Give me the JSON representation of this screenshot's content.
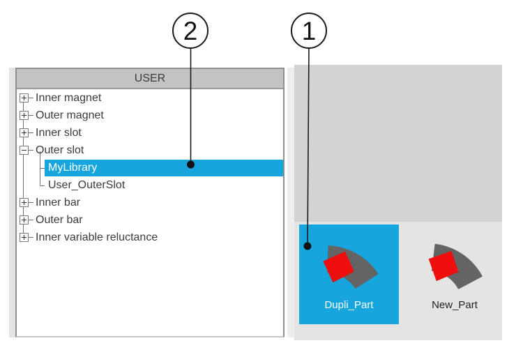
{
  "callouts": [
    {
      "number": "1",
      "target": "dupli-part-tile"
    },
    {
      "number": "2",
      "target": "mylibrary-tree-item"
    }
  ],
  "tree": {
    "header": "USER",
    "items": [
      {
        "label": "Inner magnet",
        "expanded": false
      },
      {
        "label": "Outer magnet",
        "expanded": false
      },
      {
        "label": "Inner slot",
        "expanded": false
      },
      {
        "label": "Outer slot",
        "expanded": true,
        "children": [
          {
            "label": "MyLibrary",
            "selected": true
          },
          {
            "label": "User_OuterSlot",
            "selected": false
          }
        ]
      },
      {
        "label": "Inner bar",
        "expanded": false
      },
      {
        "label": "Outer bar",
        "expanded": false
      },
      {
        "label": "Inner variable reluctance",
        "expanded": false
      }
    ]
  },
  "parts": {
    "items": [
      {
        "name": "Dupli_Part",
        "selected": true
      },
      {
        "name": "New_Part",
        "selected": false
      }
    ]
  },
  "colors": {
    "accent": "#16a5dc",
    "part-body": "#646464",
    "part-slot": "#ee0e0e",
    "header-bg": "#c3c3c3",
    "canvas-bg": "#d3d3d3",
    "panel-bg": "#e4e4e4"
  }
}
